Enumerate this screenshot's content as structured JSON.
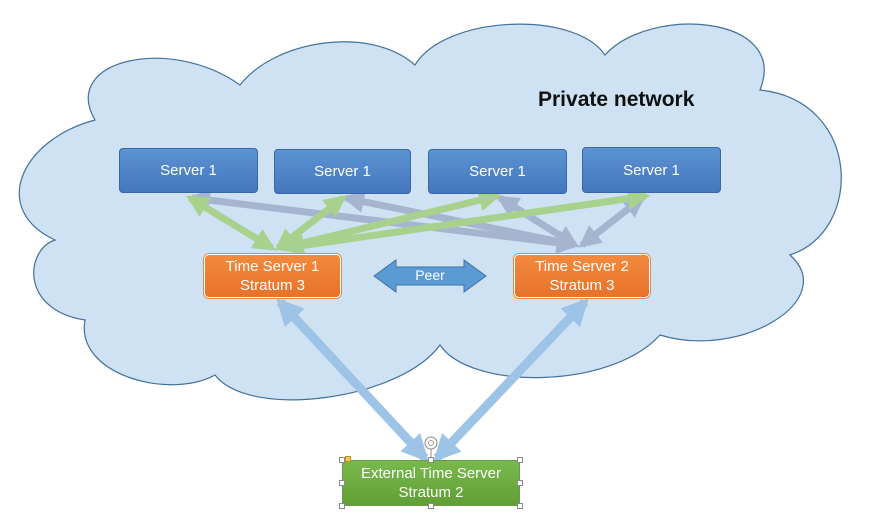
{
  "diagram": {
    "title": "Private network",
    "servers": [
      {
        "label": "Server 1"
      },
      {
        "label": "Server 1"
      },
      {
        "label": "Server 1"
      },
      {
        "label": "Server 1"
      }
    ],
    "time_servers": [
      {
        "line1": "Time Server 1",
        "line2": "Stratum 3"
      },
      {
        "line1": "Time Server 2",
        "line2": "Stratum 3"
      }
    ],
    "peer_label": "Peer",
    "external": {
      "line1": "External Time Server",
      "line2": "Stratum 2"
    },
    "colors": {
      "cloud_fill": "#cfe2f3",
      "cloud_stroke": "#41719c",
      "server": "#4a7fc1",
      "time_server": "#ed7d31",
      "external": "#6aab3e",
      "arrow_green": "#a9d18e",
      "arrow_gray": "#a6b5cf",
      "arrow_blue": "#9dc3e6",
      "peer_arrow": "#5b9bd5"
    }
  }
}
